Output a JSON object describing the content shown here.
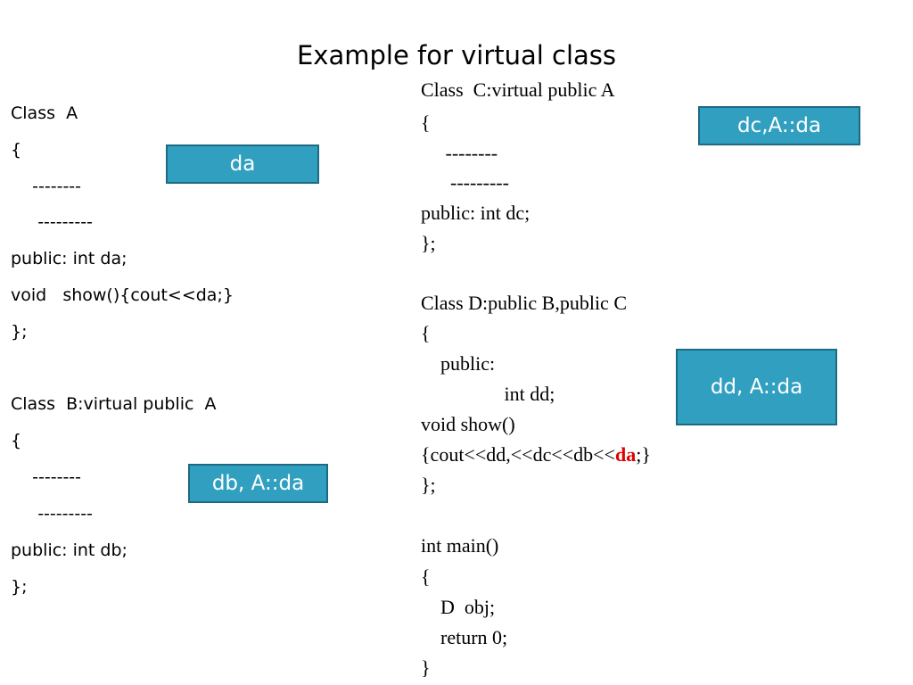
{
  "slide": {
    "title": "Example for virtual class"
  },
  "left_code": {
    "lines": [
      "Class  A",
      "{",
      "    --------",
      "     ---------",
      "public: int da;",
      "void   show(){cout<<da;}",
      "};",
      "Class  B:virtual public  A",
      "{",
      "    --------",
      "     ---------",
      "public: int db;",
      "};"
    ]
  },
  "right_code": {
    "lines": [
      "Class  C:virtual public A",
      "{",
      "     --------",
      "      ---------",
      "public: int dc;",
      "};",
      "Class D:public B,public C",
      "{",
      "    public:",
      "                 int dd;",
      "void show()",
      "{cout<<dd,<<dc<<db<<",
      "};",
      "int main()",
      "{",
      "    D  obj;",
      "    return 0;",
      "}"
    ],
    "highlight_word": "da",
    "line12_tail": ";}"
  },
  "callouts": {
    "da": "da",
    "db": "db, A::da",
    "dc": "dc,A::da",
    "dd": "dd, A::da"
  },
  "colors": {
    "callout_fill": "#31a0c0",
    "callout_border": "#1d6a82",
    "highlight": "#e00000"
  }
}
